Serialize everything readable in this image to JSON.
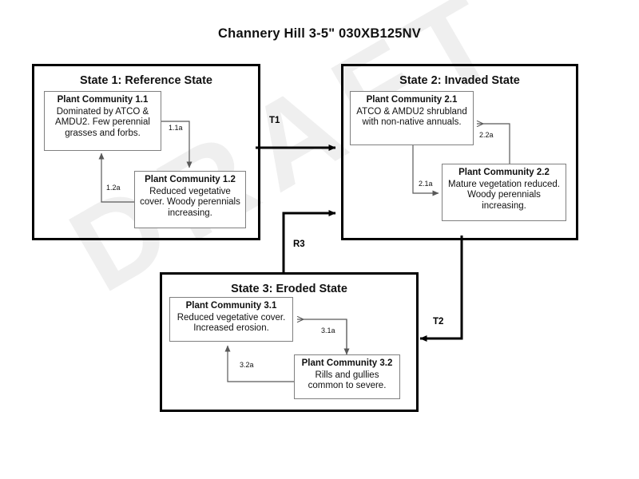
{
  "diagram": {
    "title": "Channery Hill 3-5\" 030XB125NV",
    "watermark": "DRAFT"
  },
  "states": [
    {
      "id": "state-1",
      "title": "State 1: Reference State",
      "communities": [
        {
          "id": "pc-1-1",
          "title": "Plant Community 1.1",
          "desc": "Dominated by ATCO & AMDU2. Few perennial grasses and forbs."
        },
        {
          "id": "pc-1-2",
          "title": "Plant Community 1.2",
          "desc": "Reduced vegetative cover. Woody perennials increasing."
        }
      ],
      "pathways": [
        {
          "id": "1.1a",
          "label": "1.1a"
        },
        {
          "id": "1.2a",
          "label": "1.2a"
        }
      ]
    },
    {
      "id": "state-2",
      "title": "State 2: Invaded State",
      "communities": [
        {
          "id": "pc-2-1",
          "title": "Plant Community 2.1",
          "desc": "ATCO & AMDU2 shrubland with non-native annuals."
        },
        {
          "id": "pc-2-2",
          "title": "Plant Community 2.2",
          "desc": "Mature vegetation reduced. Woody perennials increasing."
        }
      ],
      "pathways": [
        {
          "id": "2.1a",
          "label": "2.1a"
        },
        {
          "id": "2.2a",
          "label": "2.2a"
        }
      ]
    },
    {
      "id": "state-3",
      "title": "State 3: Eroded State",
      "communities": [
        {
          "id": "pc-3-1",
          "title": "Plant Community 3.1",
          "desc": "Reduced vegetative cover. Increased erosion."
        },
        {
          "id": "pc-3-2",
          "title": "Plant Community 3.2",
          "desc": "Rills and gullies common to severe."
        }
      ],
      "pathways": [
        {
          "id": "3.1a",
          "label": "3.1a"
        },
        {
          "id": "3.2a",
          "label": "3.2a"
        }
      ]
    }
  ],
  "transitions": [
    {
      "id": "T1",
      "label": "T1",
      "from": "State 1: Reference State",
      "to": "State 2: Invaded State"
    },
    {
      "id": "R3",
      "label": "R3",
      "from": "State 3: Eroded State",
      "to": "State 2: Invaded State"
    },
    {
      "id": "T2",
      "label": "T2",
      "from": "State 2: Invaded State",
      "to": "State 3: Eroded State"
    }
  ],
  "colors": {
    "state_border": "#000000",
    "community_border": "#808080",
    "arrow_major": "#000000",
    "arrow_minor": "#595959",
    "watermark": "#efefef",
    "background": "#ffffff"
  }
}
